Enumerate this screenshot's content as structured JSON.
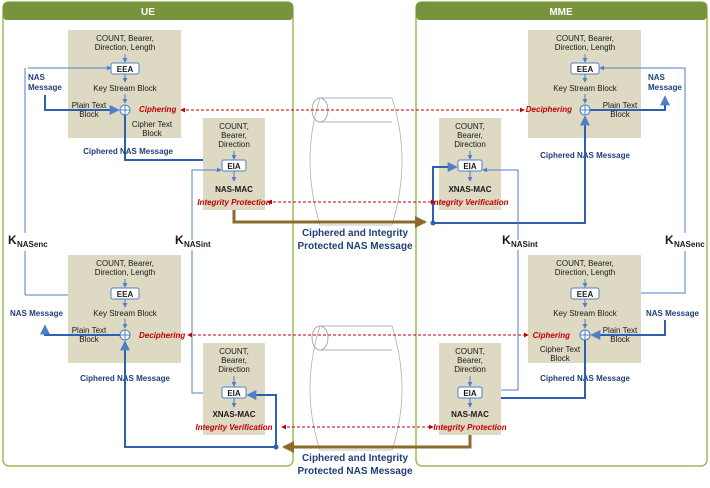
{
  "headers": {
    "ue": "UE",
    "mme": "MME"
  },
  "keys": {
    "k": "K",
    "nas_enc": "NASenc",
    "nas_int": "NASint"
  },
  "box": {
    "count_bearer_dir_len_1": "COUNT, Bearer,",
    "count_bearer_dir_len_2": "Direction, Length",
    "count_bearer_dir_1": "COUNT,",
    "count_bearer_dir_2": "Bearer,",
    "count_bearer_dir_3": "Direction",
    "eea": "EEA",
    "eia": "EIA",
    "key_stream_block": "Key Stream Block",
    "plain_text_1": "Plain Text",
    "plain_text_2": "Block",
    "cipher_text_1": "Cipher Text",
    "cipher_text_2": "Block",
    "nas_mac": "NAS-MAC",
    "xnas_mac": "XNAS-MAC"
  },
  "labels": {
    "nas_message_1": "NAS",
    "nas_message_2": "Message",
    "nas_message": "NAS Message",
    "ciphered_nas_message": "Ciphered NAS Message"
  },
  "ops": {
    "ciphering": "Ciphering",
    "deciphering": "Deciphering",
    "integrity_protection": "Integrity Protection",
    "integrity_verification": "Integrity Verification"
  },
  "middle": {
    "line1": "Ciphered and Integrity",
    "line2": "Protected NAS Message"
  }
}
